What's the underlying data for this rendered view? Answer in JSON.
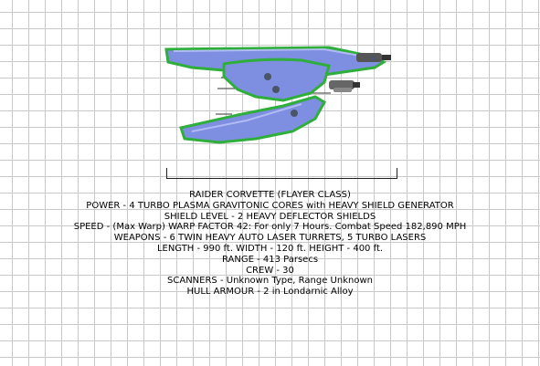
{
  "specs": {
    "name": "RAIDER CORVETTE (FLAYER CLASS)",
    "power": "POWER - 4 TURBO PLASMA GRAVITONIC CORES with HEAVY SHIELD GENERATOR",
    "shield": "SHIELD LEVEL - 2 HEAVY DEFLECTOR SHIELDS",
    "speed": "SPEED - (Max Warp) WARP FACTOR 42: For only 7 Hours. Combat Speed 182,890 MPH",
    "weapons": "WEAPONS - 6 TWIN HEAVY AUTO LASER TURRETS, 5 TURBO LASERS",
    "dimensions": "LENGTH - 990 ft. WIDTH - 120 ft. HEIGHT - 400 ft.",
    "range": "RANGE - 413 Parsecs",
    "crew": "CREW - 30",
    "scanners": "SCANNERS - Unknown Type, Range Unknown",
    "hull": "HULL ARMOUR - 2 in Londarnic Alloy"
  },
  "colors": {
    "hull_blue": "#7e8ee0",
    "trim_green": "#2fae3c",
    "grid": "#c9c9c9"
  }
}
